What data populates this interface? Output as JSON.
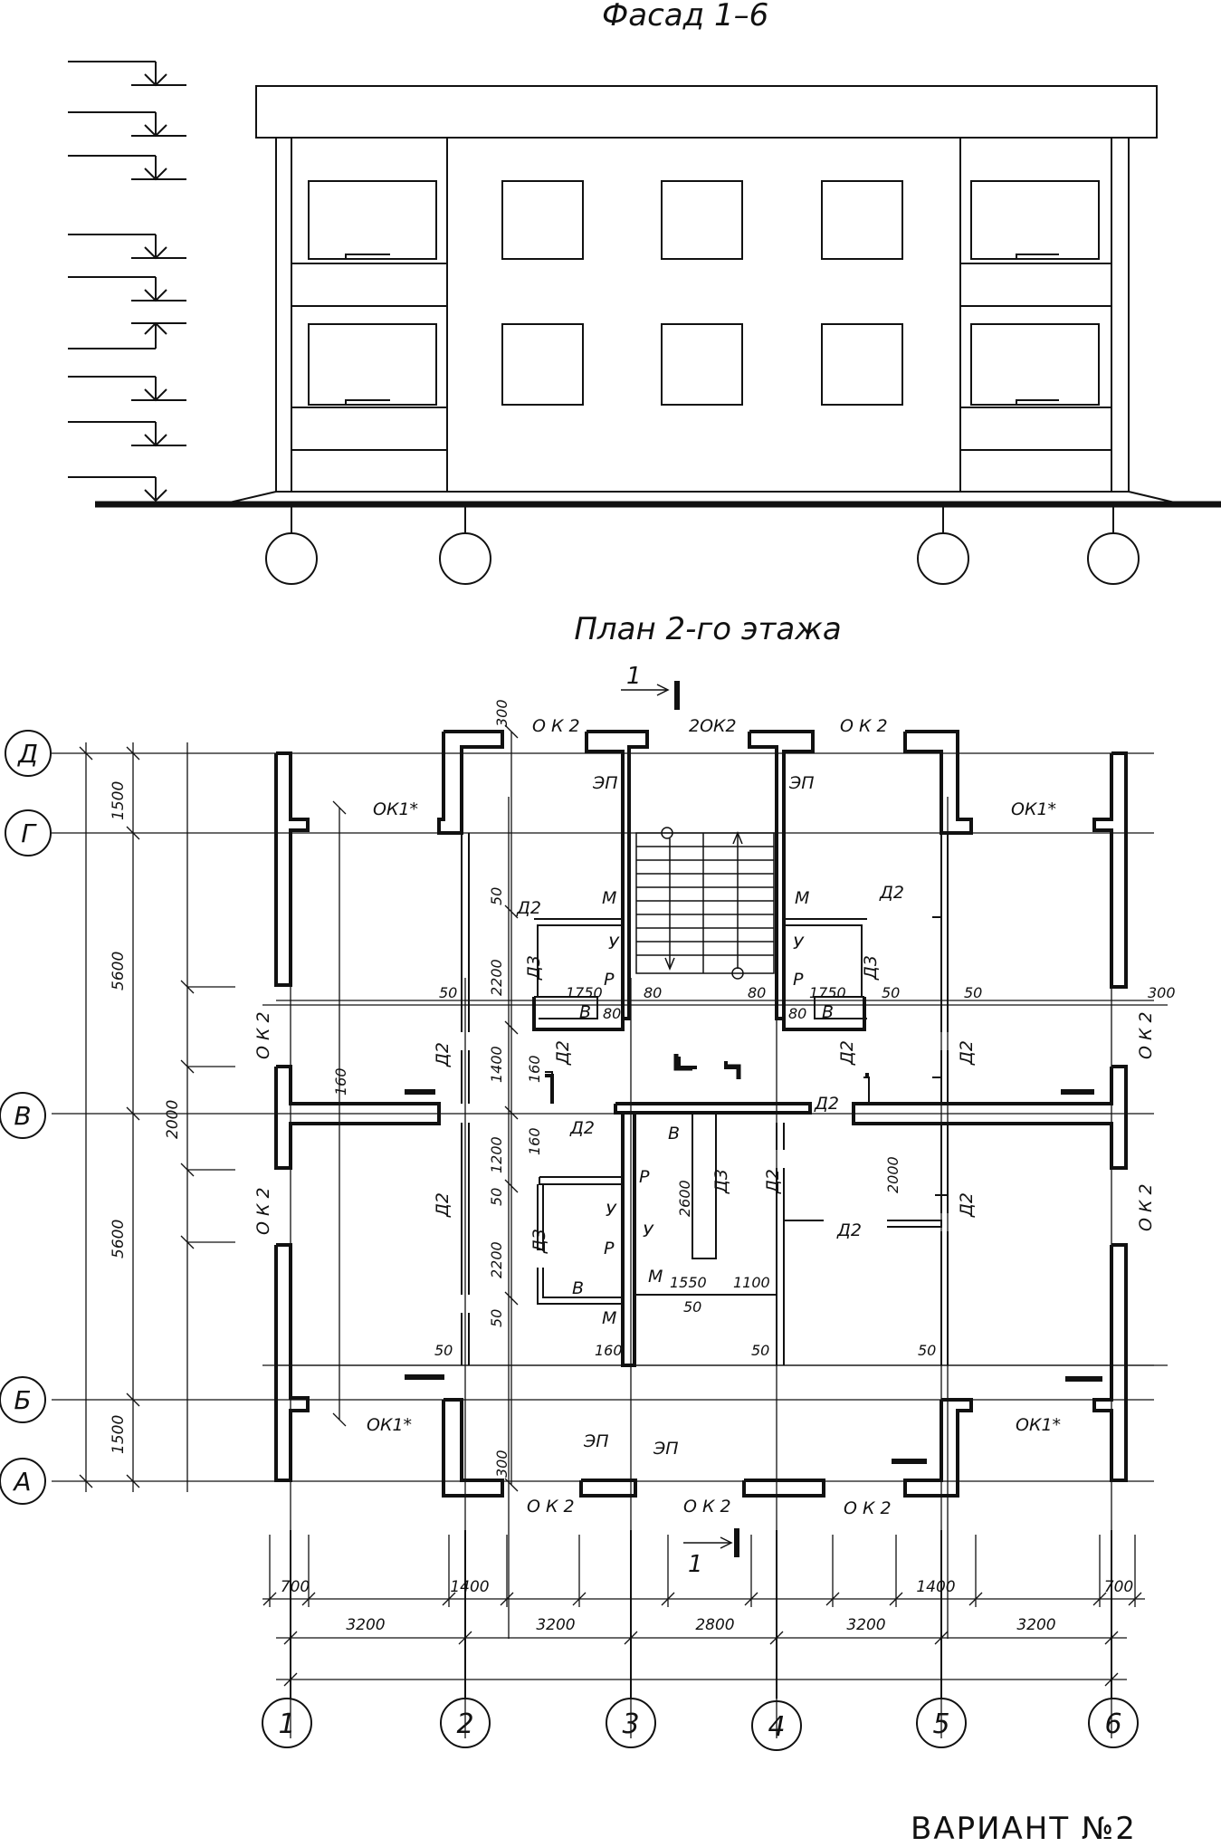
{
  "facade": {
    "title": "Фасад 1–6",
    "axis_labels": [
      "",
      "",
      "",
      ""
    ]
  },
  "plan": {
    "title": "План 2-го этажа",
    "rows": [
      "Д",
      "Г",
      "В",
      "Б",
      "А"
    ],
    "cols": [
      "1",
      "2",
      "3",
      "4",
      "5",
      "6"
    ],
    "section_mark": "1",
    "left_dims": [
      "1500",
      "5600",
      "2000",
      "5600",
      "1500"
    ],
    "bottom_dims_top": [
      "700",
      "1400",
      "1400",
      "700"
    ],
    "bottom_dims_main": [
      "3200",
      "3200",
      "2800",
      "3200",
      "3200"
    ],
    "openings": {
      "ok2": "О К 2",
      "two_ok2": "2ОК2",
      "ok1": "ОК1*",
      "ep": "ЭП",
      "d2": "Д2",
      "d3": "Д3",
      "m": "М",
      "u": "У",
      "r": "Р",
      "v": "В"
    },
    "dims": {
      "d300": "300",
      "d50": "50",
      "d2200": "2200",
      "d1750": "1750",
      "d80": "80",
      "d160": "160",
      "d1400": "1400",
      "d1200": "1200",
      "d2600": "2600",
      "d2000": "2000",
      "d1550": "1550",
      "d1100": "1100"
    }
  },
  "footer": {
    "variant": "ВАРИАНТ №2"
  }
}
